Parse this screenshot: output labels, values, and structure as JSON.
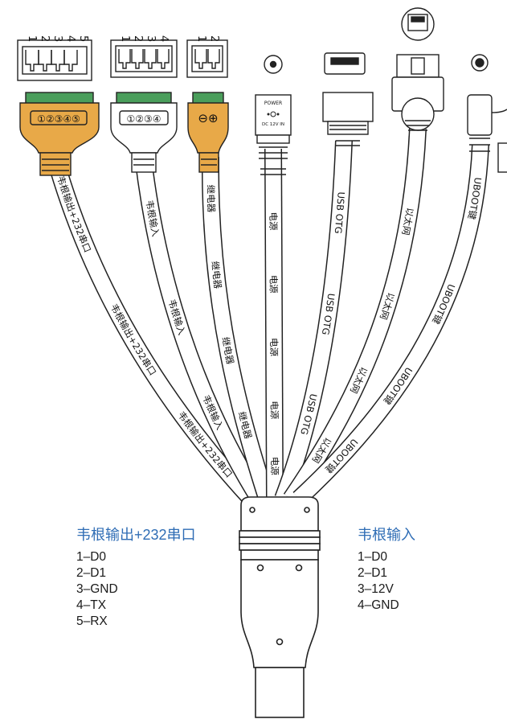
{
  "colors": {
    "accent": "#2f6db5",
    "terminal_green": "#4a9e5b",
    "connector_orange": "#e8a948",
    "outline": "#222222"
  },
  "connectors": {
    "wiegand_out": {
      "pins": [
        "1",
        "2",
        "3",
        "4",
        "5"
      ],
      "plug_label": "①②③④⑤"
    },
    "wiegand_in": {
      "pins": [
        "1",
        "2",
        "3",
        "4"
      ],
      "plug_label": "①②③④"
    },
    "relay": {
      "pins": [
        "1",
        "2"
      ],
      "plug_label": "⊖⊕"
    },
    "power": {
      "plug_text_1": "POWER",
      "plug_text_2": "DC 12V IN"
    }
  },
  "cables": {
    "wiegand_out": "韦根输出+232串口",
    "wiegand_in": "韦根输入",
    "relay": "继电器",
    "power": "电源",
    "usb": "USB OTG",
    "ethernet": "以太网",
    "uboot": "UBOOT键"
  },
  "legend_left": {
    "title": "韦根输出+232串口",
    "lines": [
      "1–D0",
      "2–D1",
      "3–GND",
      "4–TX",
      "5–RX"
    ]
  },
  "legend_right": {
    "title": "韦根输入",
    "lines": [
      "1–D0",
      "2–D1",
      "3–12V",
      "4–GND"
    ]
  }
}
